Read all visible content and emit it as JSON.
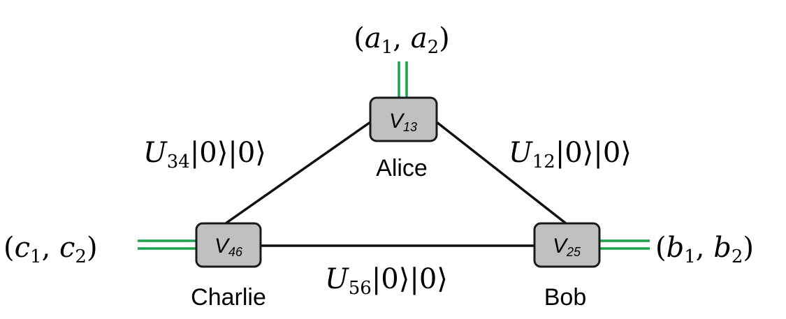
{
  "nodes": {
    "alice": {
      "name": "Alice",
      "op_letter": "V",
      "op_index": "13"
    },
    "bob": {
      "name": "Bob",
      "op_letter": "V",
      "op_index": "25"
    },
    "charlie": {
      "name": "Charlie",
      "op_letter": "V",
      "op_index": "46"
    }
  },
  "edges": {
    "alice_charlie": {
      "op": "U",
      "index": "34",
      "state": "|0⟩|0⟩"
    },
    "alice_bob": {
      "op": "U",
      "index": "12",
      "state": "|0⟩|0⟩"
    },
    "charlie_bob": {
      "op": "U",
      "index": "56",
      "state": "|0⟩|0⟩"
    }
  },
  "outputs": {
    "alice": {
      "open": "(",
      "v1": "a",
      "s1": "1",
      "sep": ", ",
      "v2": "a",
      "s2": "2",
      "close": ")"
    },
    "bob": {
      "open": "(",
      "v1": "b",
      "s1": "1",
      "sep": ", ",
      "v2": "b",
      "s2": "2",
      "close": ")"
    },
    "charlie": {
      "open": "(",
      "v1": "c",
      "s1": "1",
      "sep": ", ",
      "v2": "c",
      "s2": "2",
      "close": ")"
    }
  },
  "colors": {
    "classical_wire": "#1aa34a",
    "node_fill": "#c0c0c0",
    "edge": "#111111"
  }
}
